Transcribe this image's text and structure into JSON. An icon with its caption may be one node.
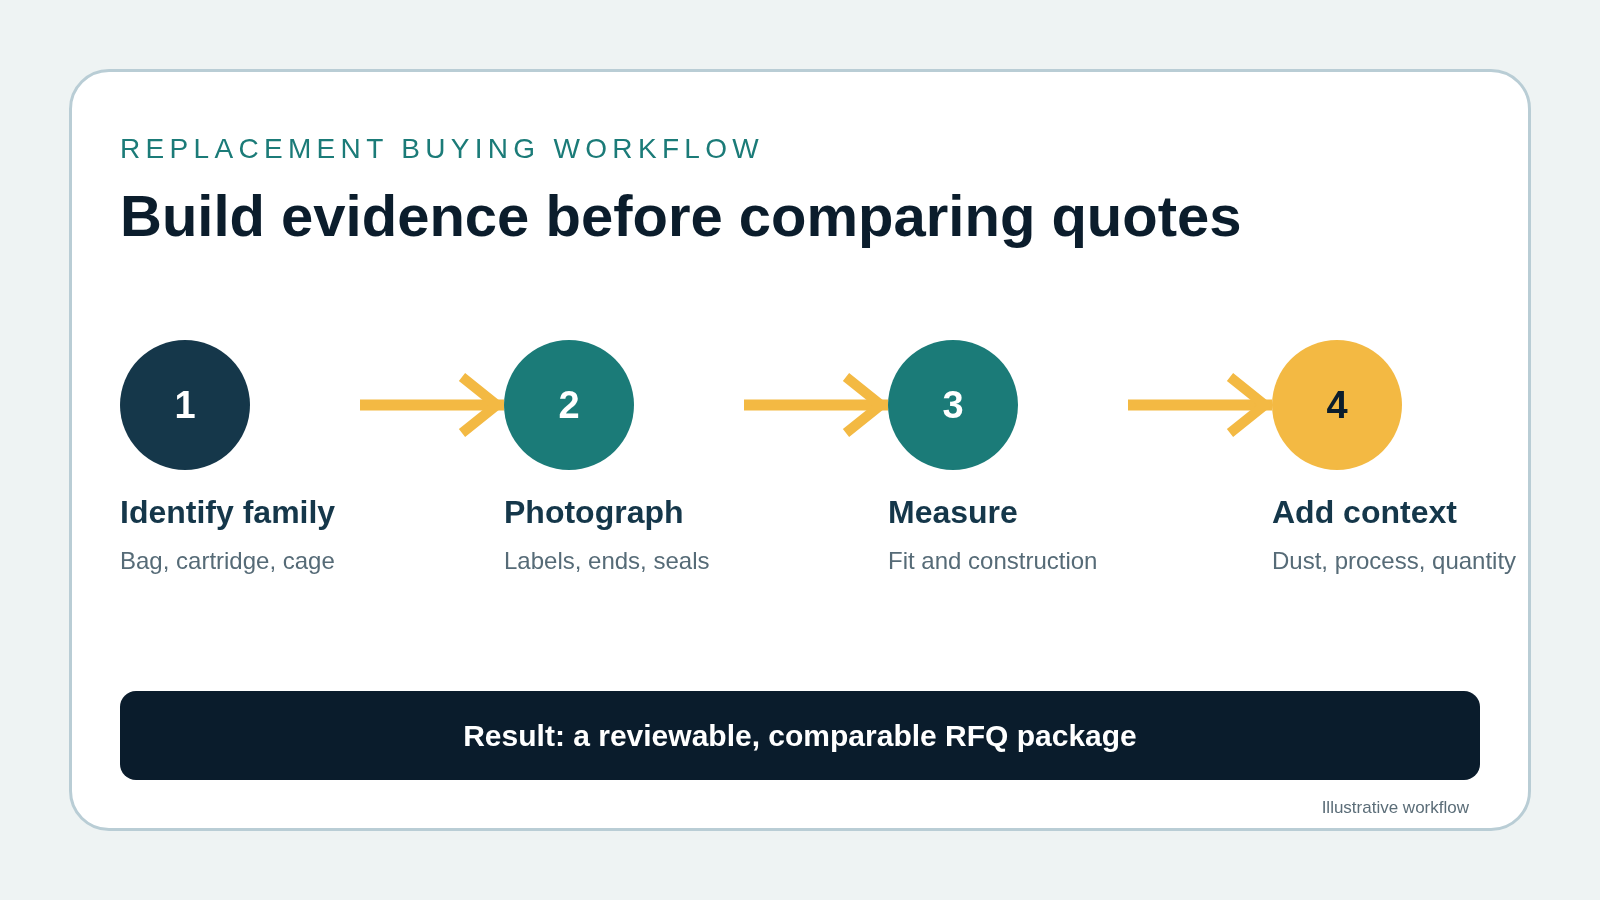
{
  "diagram": {
    "title": "Build evidence before comparing quotes",
    "caption": "Illustrative workflow",
    "nodes": [
      {
        "text": [
          "1",
          "Identify family",
          "Bag, cartridge, cage"
        ]
      },
      {
        "text": [
          "2",
          "Photograph",
          "Labels, ends, seals"
        ]
      },
      {
        "text": [
          "3",
          "Measure",
          "Fit and construction"
        ]
      },
      {
        "text": [
          "4",
          "Add context",
          "Dust, process, quantity"
        ]
      },
      {
        "text": [
          "Result: a reviewable, comparable RFQ package"
        ]
      }
    ],
    "edges": [
      {
        "from": 0,
        "to": 1,
        "arrow": "to"
      },
      {
        "from": 1,
        "to": 2,
        "arrow": "to"
      },
      {
        "from": 2,
        "to": 3,
        "arrow": "to"
      }
    ],
    "labels": [
      "REPLACEMENT BUYING WORKFLOW"
    ]
  }
}
